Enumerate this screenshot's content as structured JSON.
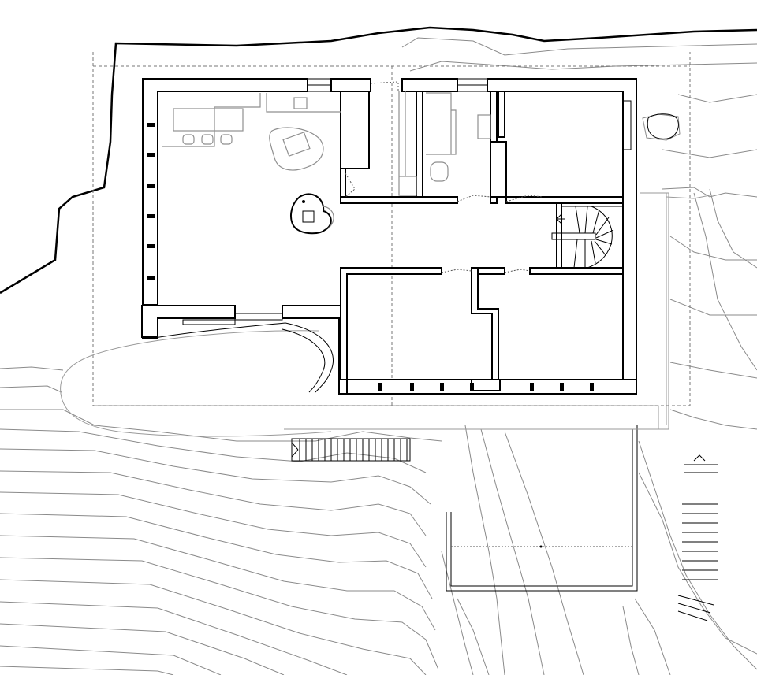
{
  "drawing": {
    "kind": "architectural floor plan",
    "colors": {
      "wall": "#000000",
      "contour": "#8a8a8a",
      "furniture": "#8f8f8f",
      "background": "#ffffff"
    },
    "rooms": [
      {
        "id": "living",
        "name": ""
      },
      {
        "id": "bath",
        "name": ""
      },
      {
        "id": "bedroom-ne",
        "name": ""
      },
      {
        "id": "bedroom-se",
        "name": ""
      },
      {
        "id": "bedroom-sw",
        "name": ""
      },
      {
        "id": "stair",
        "name": ""
      },
      {
        "id": "entry-curve",
        "name": ""
      },
      {
        "id": "terrace-box",
        "name": ""
      }
    ]
  }
}
